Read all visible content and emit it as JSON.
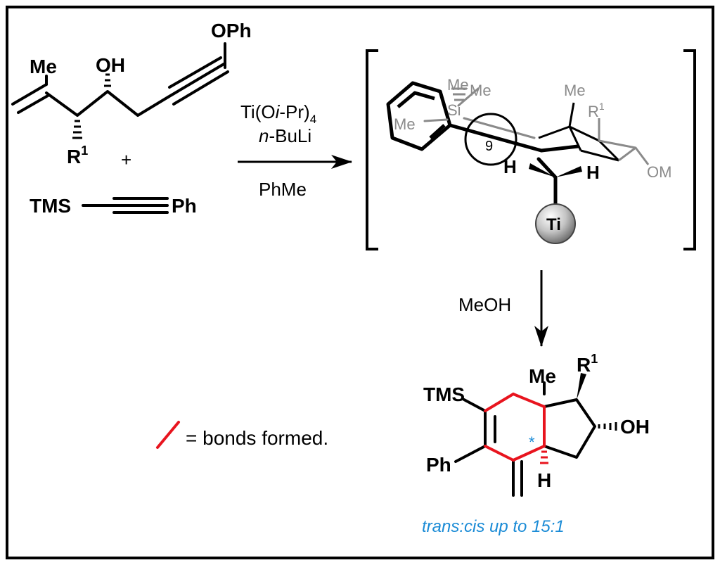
{
  "colors": {
    "bond": "#000000",
    "formed_bond": "#e8141e",
    "ghost": "#8a8a8a",
    "note": "#1a8bd6",
    "titanium_sphere": "#b9b9b9"
  },
  "reactant_1": {
    "methyl": "Me",
    "hydroxyl": "OH",
    "ether": "OPh",
    "r_group": "R",
    "r_index": "1"
  },
  "plus_sign": "+",
  "reactant_2": {
    "left_group": "TMS",
    "right_group": "Ph"
  },
  "step_1": {
    "reagent_main": "Ti(O",
    "reagent_italic": "i",
    "reagent_tail": "-Pr)",
    "reagent_sub": "4",
    "base_italic": "n",
    "base_tail": "-BuLi",
    "solvent": "PhMe"
  },
  "intermediate": {
    "silyl_methyl_a": "Me",
    "silyl_methyl_b": "Me",
    "silyl_methyl_c": "Me",
    "silicon": "Si",
    "ring_size": "9",
    "ring_methyl": "Me",
    "r_group": "R",
    "r_index": "1",
    "alkoxide": "OM",
    "hydrogen_left": "H",
    "hydrogen_right": "H",
    "metal": "Ti"
  },
  "step_2": {
    "reagent": "MeOH"
  },
  "product": {
    "silyl": "TMS",
    "phenyl": "Ph",
    "methyl": "Me",
    "r_group": "R",
    "r_index": "1",
    "hydroxyl": "OH",
    "hydrogen": "H",
    "stereo_mark": "*"
  },
  "legend": {
    "text": "= bonds formed."
  },
  "selectivity_note": "trans:cis up to 15:1"
}
